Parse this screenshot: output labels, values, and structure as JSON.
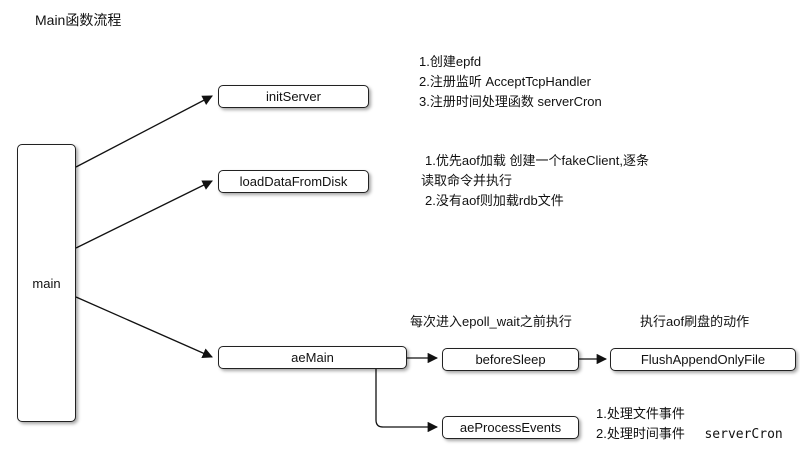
{
  "title": "Main函数流程",
  "nodes": {
    "main": "main",
    "init_server": "initServer",
    "load_data": "loadDataFromDisk",
    "ae_main": "aeMain",
    "before_sleep": "beforeSleep",
    "flush_aof": "FlushAppendOnlyFile",
    "ae_process_events": "aeProcessEvents"
  },
  "notes": {
    "init_server": [
      "1.创建epfd",
      "2.注册监听 AcceptTcpHandler",
      "3.注册时间处理函数 serverCron"
    ],
    "load_data": [
      "1.优先aof加载 创建一个fakeClient,逐条",
      "读取命令并执行",
      "2.没有aof则加载rdb文件"
    ],
    "before_sleep": "每次进入epoll_wait之前执行",
    "flush_aof": "执行aof刷盘的动作",
    "ae_process_events": {
      "line1": "1.处理文件事件",
      "line2_text": "2.处理时间事件",
      "line2_code": "serverCron"
    }
  }
}
